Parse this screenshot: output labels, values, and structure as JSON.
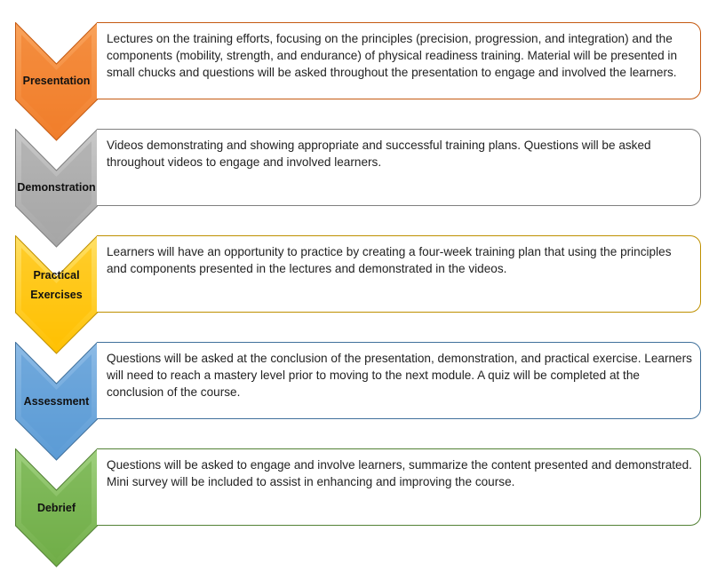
{
  "steps": [
    {
      "label": "Presentation",
      "color": "#f07d2a",
      "dark": "#c55a11",
      "light": "#f9a35c",
      "text": "Lectures on the training efforts, focusing on the principles (precision, progression, and integration) and the components (mobility, strength, and endurance) of physical readiness training. Material will be presented in small chucks and questions will be asked throughout the presentation to engage and involved the learners."
    },
    {
      "label": "Demonstration",
      "color": "#a5a5a5",
      "dark": "#7f7f7f",
      "light": "#c9c9c9",
      "text": "Videos demonstrating and showing appropriate and successful training plans. Questions will be asked throughout videos to engage and involved learners."
    },
    {
      "label": "Practical Exercises",
      "color": "#ffc000",
      "dark": "#bf9000",
      "light": "#ffe066",
      "text": "Learners will have an opportunity to practice by creating a four-week training plan that using the principles and components presented in the lectures and demonstrated in the videos."
    },
    {
      "label": "Assessment",
      "color": "#5b9bd5",
      "dark": "#41719c",
      "light": "#8dbbe6",
      "text": "Questions will be asked at the conclusion of the presentation, demonstration, and practical exercise. Learners will need to reach a mastery level prior to moving to the next module. A quiz will be completed at the conclusion of the course."
    },
    {
      "label": "Debrief",
      "color": "#70ad47",
      "dark": "#538135",
      "light": "#9fd07e",
      "text": "Questions will be asked to engage and involve learners, summarize the content presented and demonstrated. Mini survey will be included to assist in enhancing and improving the course."
    }
  ]
}
